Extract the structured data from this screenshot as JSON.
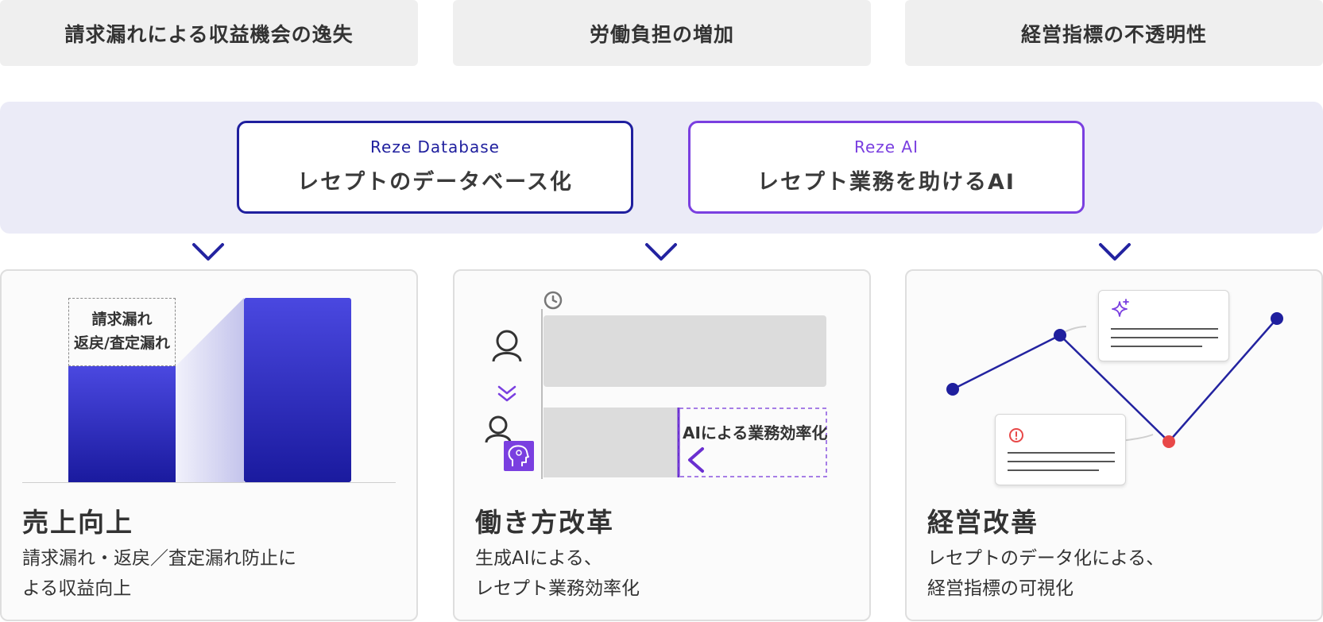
{
  "problems": [
    {
      "label": "請求漏れによる収益機会の逸失"
    },
    {
      "label": "労働負担の増加"
    },
    {
      "label": "経営指標の不透明性"
    }
  ],
  "products": [
    {
      "name": "Reze Database",
      "title": "レセプトのデータベース化",
      "color": "#1f1f9e"
    },
    {
      "name": "Reze AI",
      "title": "レセプト業務を助けるAI",
      "color": "#7a3fe0"
    }
  ],
  "cards": [
    {
      "title": "売上向上",
      "desc": [
        "請求漏れ・返戻／査定漏れ防止に",
        "よる収益向上"
      ],
      "bar_label": [
        "請求漏れ",
        "返戻/査定漏れ"
      ]
    },
    {
      "title": "働き方改革",
      "desc": [
        "生成AIによる、",
        "レセプト業務効率化"
      ],
      "ai_label": "AIによる業務効率化"
    },
    {
      "title": "経営改善",
      "desc": [
        "レセプトのデータ化による、",
        "経営指標の可視化"
      ]
    }
  ],
  "icons": {
    "clock": "clock-icon",
    "person": "person-icon",
    "ai_head": "ai-head-icon",
    "sparkle": "sparkle-icon",
    "alert": "alert-icon",
    "chevron": "double-chevron-down-icon"
  },
  "colors": {
    "navy": "#1f1f9e",
    "purple": "#7a3fe0",
    "alert_red": "#e84848",
    "band": "#ebebf7",
    "problem_bg": "#efefef"
  }
}
